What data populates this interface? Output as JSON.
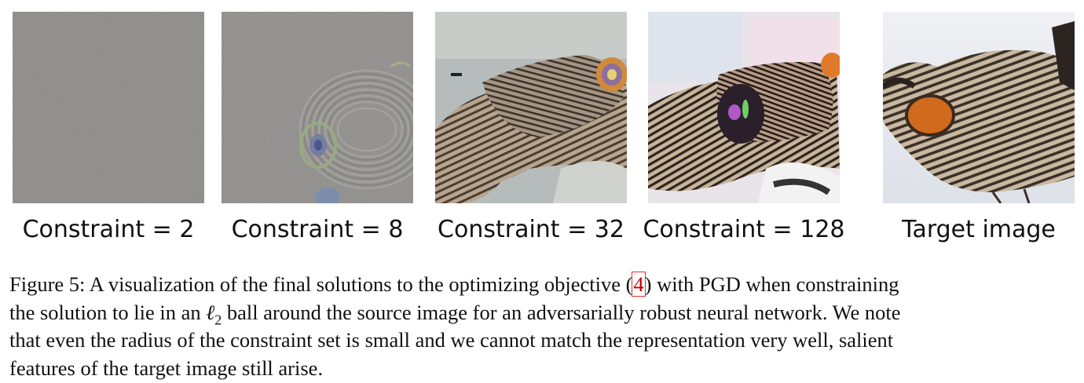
{
  "figure": {
    "panels": [
      {
        "label": "Constraint = 2",
        "image": "uniform-gray-noise-image"
      },
      {
        "label": "Constraint = 8",
        "image": "faint-feather-eye-pattern-image"
      },
      {
        "label": "Constraint = 32",
        "image": "bird-feather-texture-image"
      },
      {
        "label": "Constraint = 128",
        "image": "saturated-bird-reconstruction-image"
      },
      {
        "label": "Target image",
        "image": "prairie-chicken-photo"
      }
    ]
  },
  "caption": {
    "line1_pre": "Figure 5: A visualization of the final solutions to the optimizing objective (",
    "ref": "4",
    "line1_post": ") with PGD when constraining",
    "line2_pre": "the solution to lie in an ",
    "ell": "ℓ",
    "ell_sub": "2",
    "line2_post": " ball around the source image for an adversarially robust neural network. We note",
    "line3": "that even the radius of the constraint set is small and we cannot match the representation very well, salient",
    "line4": "features of the target image still arise."
  }
}
